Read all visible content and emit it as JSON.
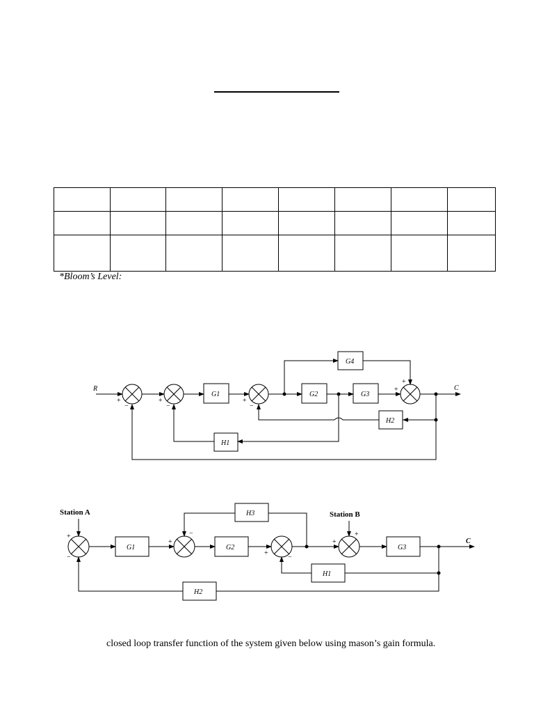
{
  "blooms_label": "*Bloom’s Level:",
  "bottom_text": "closed loop transfer function of the system given below using mason’s gain formula.",
  "diagram1": {
    "input": "R",
    "output": "C",
    "blocks": {
      "g1": "G1",
      "g2": "G2",
      "g3": "G3",
      "g4": "G4",
      "h1": "H1",
      "h2": "H2"
    }
  },
  "diagram2": {
    "station_a": "Station A",
    "station_b": "Station B",
    "output": "C",
    "blocks": {
      "g1": "G1",
      "g2": "G2",
      "g3": "G3",
      "h1": "H1",
      "h2": "H2",
      "h3": "H3"
    }
  }
}
